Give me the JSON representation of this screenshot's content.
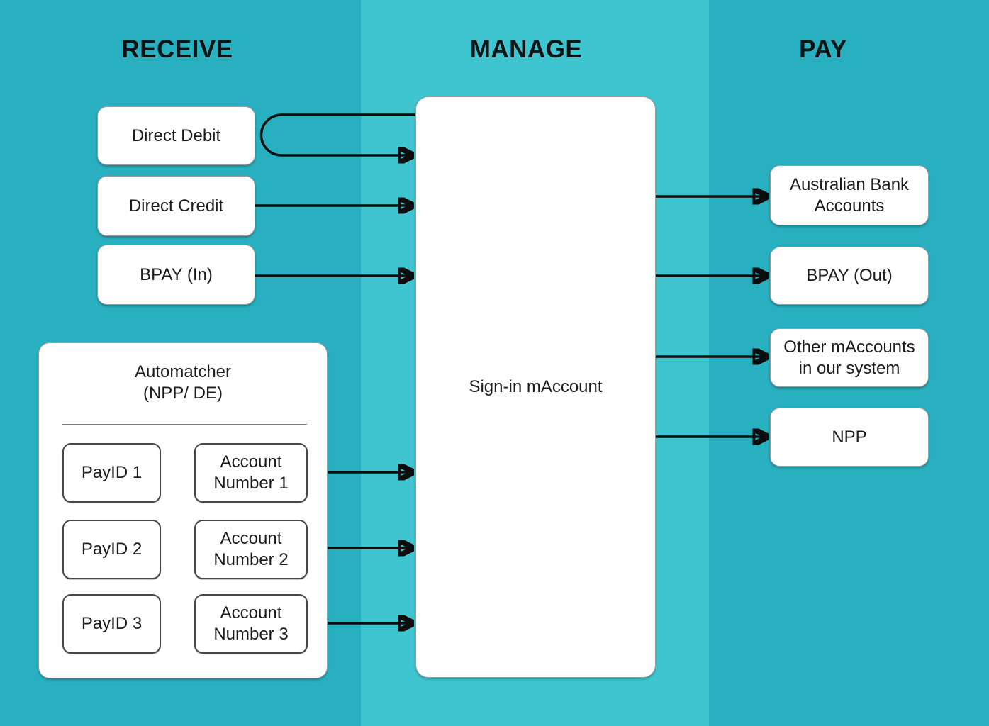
{
  "columns": {
    "receive": {
      "label": "RECEIVE"
    },
    "manage": {
      "label": "MANAGE"
    },
    "pay": {
      "label": "PAY"
    }
  },
  "receive": {
    "direct_debit": "Direct Debit",
    "direct_credit": "Direct Credit",
    "bpay_in": "BPAY (In)",
    "automatcher": {
      "title_line1": "Automatcher",
      "title_line2": "(NPP/ DE)",
      "rows": [
        {
          "payid": "PayID 1",
          "account": "Account Number 1"
        },
        {
          "payid": "PayID 2",
          "account": "Account Number 2"
        },
        {
          "payid": "PayID 3",
          "account": "Account Number 3"
        }
      ]
    }
  },
  "manage": {
    "signin_maccount": "Sign-in mAccount"
  },
  "pay": {
    "australian_bank_accounts": "Australian Bank Accounts",
    "bpay_out": "BPAY (Out)",
    "other_maccounts": "Other mAccounts in our system",
    "npp": "NPP"
  },
  "colors": {
    "band_dark": "#29b0c0",
    "band_light": "#3ec5cf",
    "box_bg": "#ffffff",
    "box_border": "#9b9b9b",
    "inner_border": "#474747",
    "text": "#1c1c1c",
    "arrow": "#0d0d0d"
  }
}
